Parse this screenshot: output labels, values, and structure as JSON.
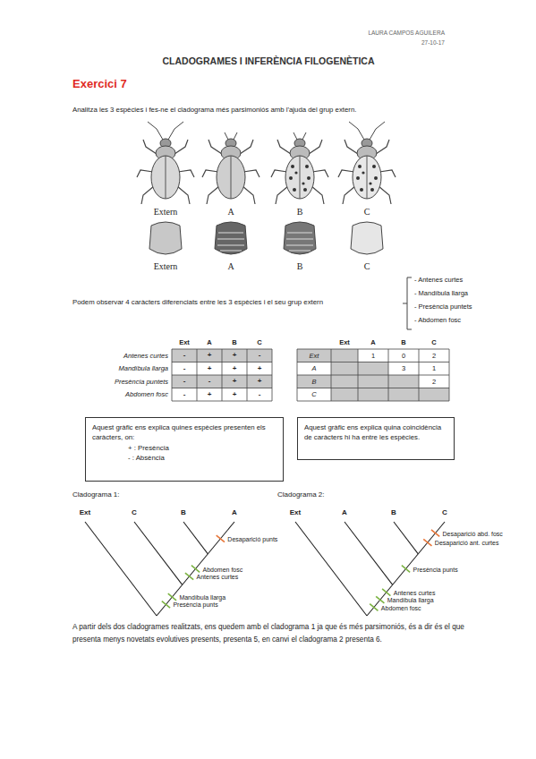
{
  "diagram": {
    "title": "CLADOGRAMES I INFERÈNCIA FILOGENÈTICA",
    "nodes": [
      {
        "text": [
          "Aquest gràfic ens explica quines espècies presenten els caràcters, on:",
          "+ : Presència",
          "- : Absència"
        ]
      },
      {
        "text": [
          "Aquest gràfic ens explica quina coincidència de caràcters hi ha entre les espècies."
        ]
      }
    ],
    "labels": [
      "LAURA CAMPOS AGUILERA",
      "27-10-17",
      "Exercici 7",
      "Analitza les 3 espècies i fes-ne el cladograma més parsimoniós amb l'ajuda del grup extern.",
      "Extern",
      "A",
      "B",
      "C",
      "Extern",
      "A",
      "B",
      "C",
      "Podem observar 4 caràcters diferenciats entre les 3 espècies i el seu grup extern",
      "- Antenes curtes",
      "- Mandíbula llarga",
      "- Presència puntets",
      "- Abdomen fosc",
      "Ext",
      "A",
      "B",
      "C",
      "Antenes curtes",
      "-",
      "+",
      "+",
      "-",
      "Mandíbula llarga",
      "-",
      "+",
      "+",
      "+",
      "Presència puntets",
      "-",
      "-",
      "+",
      "+",
      "Abdomen fosc",
      "-",
      "+",
      "+",
      "-",
      "Ext",
      "A",
      "B",
      "C",
      "Ext",
      "1",
      "0",
      "2",
      "A",
      "3",
      "1",
      "B",
      "2",
      "C",
      "Cladograma 1:",
      "Cladograma 2:",
      "Ext",
      "C",
      "B",
      "A",
      "Desaparició punts",
      "Abdomen fosc",
      "Antenes curtes",
      "Mandíbula llarga",
      "Presència punts",
      "Ext",
      "A",
      "B",
      "C",
      "Desaparició abd. fosc",
      "Desaparició ant. curtes",
      "Presència punts",
      "Antenes curtes",
      "Mandíbula llarga",
      "Abdomen fosc",
      "A partir dels dos cladogrames realitzats, ens quedem amb el cladograma 1 ja que és més parsimoniós, és a dir és el que presenta menys novetats evolutives presents, presenta 5, en canvi el cladograma 2 presenta 6."
    ]
  }
}
